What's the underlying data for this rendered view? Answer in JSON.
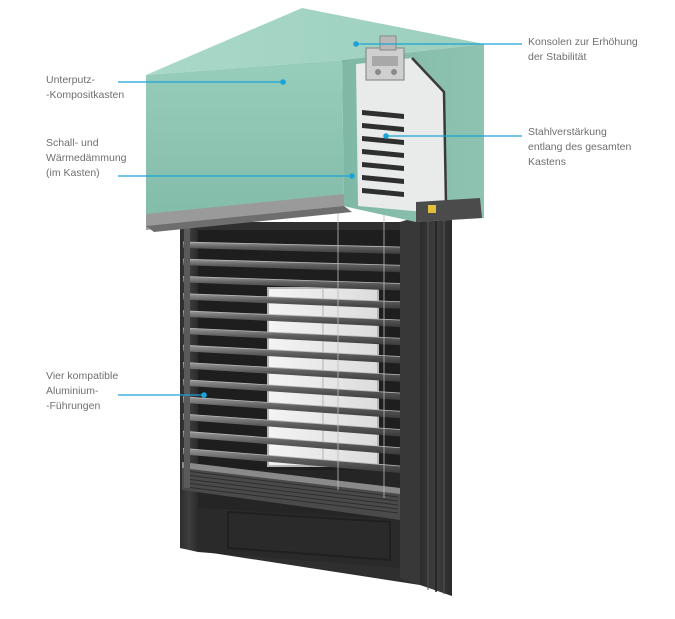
{
  "accent_color": "#1aa3d9",
  "box_color": "#8fc7b5",
  "frame_color": "#3a3a3a",
  "callouts": {
    "box": {
      "lines": [
        "Unterputz-",
        "-Kompositkasten"
      ]
    },
    "insulation": {
      "lines": [
        "Schall- und",
        "Wärmedämmung",
        "(im Kasten)"
      ]
    },
    "guides": {
      "lines": [
        "Vier kompatible",
        "Aluminium-",
        "-Führungen"
      ]
    },
    "consoles": {
      "lines": [
        "Konsolen zur Erhöhung",
        "der Stabilität"
      ]
    },
    "steel": {
      "lines": [
        "Stahlverstärkung",
        "entlang des gesamten",
        "Kastens"
      ]
    }
  }
}
